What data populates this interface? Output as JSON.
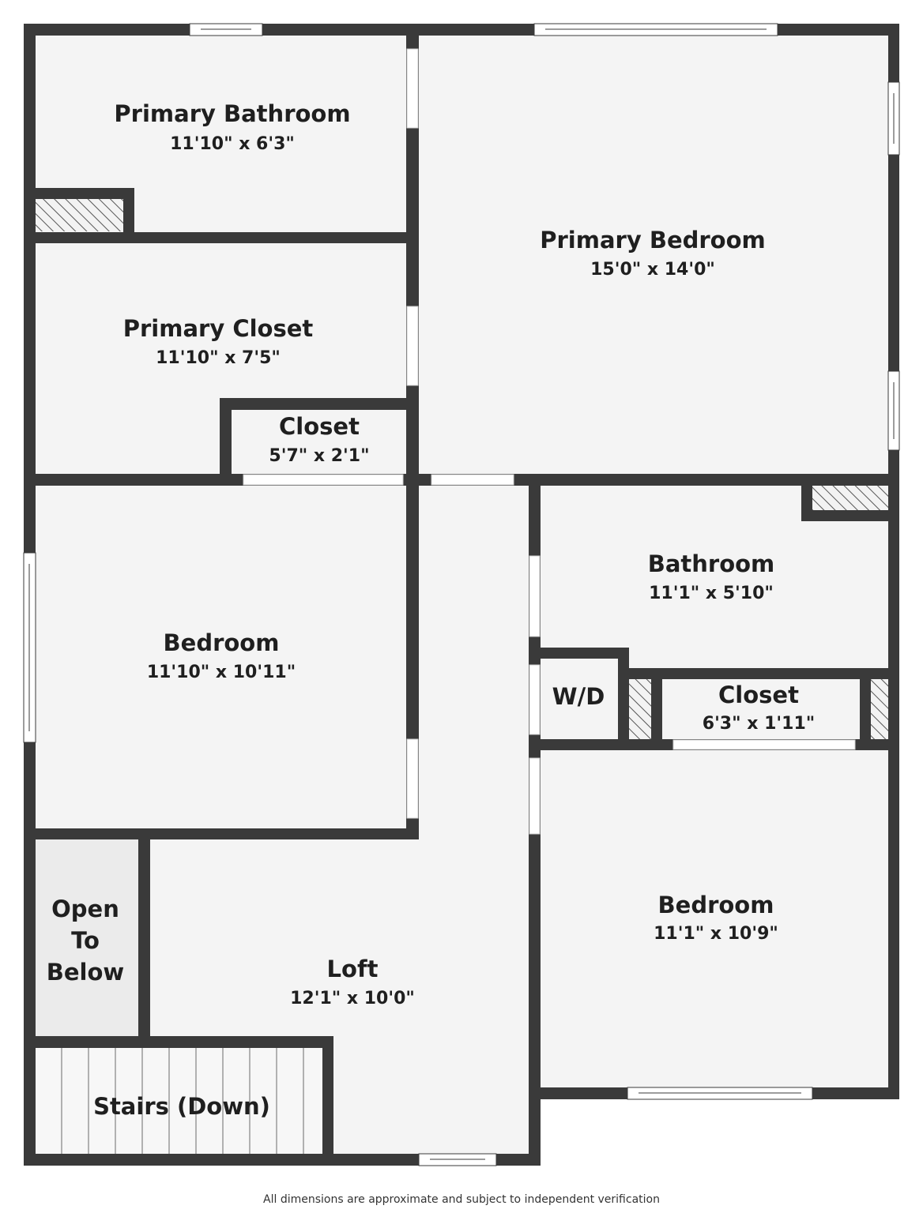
{
  "rooms": {
    "primary_bathroom": {
      "name": "Primary Bathroom",
      "dims": "11'10\" x 6'3\""
    },
    "primary_bedroom": {
      "name": "Primary Bedroom",
      "dims": "15'0\" x 14'0\""
    },
    "primary_closet": {
      "name": "Primary Closet",
      "dims": "11'10\" x 7'5\""
    },
    "closet_small": {
      "name": "Closet",
      "dims": "5'7\" x 2'1\""
    },
    "bedroom_left": {
      "name": "Bedroom",
      "dims": "11'10\" x 10'11\""
    },
    "bathroom": {
      "name": "Bathroom",
      "dims": "11'1\" x 5'10\""
    },
    "wd": {
      "name": "W/D"
    },
    "closet_hall": {
      "name": "Closet",
      "dims": "6'3\" x 1'11\""
    },
    "bedroom_right": {
      "name": "Bedroom",
      "dims": "11'1\" x 10'9\""
    },
    "loft": {
      "name": "Loft",
      "dims": "12'1\" x 10'0\""
    },
    "open_to_below": {
      "line1": "Open",
      "line2": "To",
      "line3": "Below"
    },
    "stairs": {
      "name": "Stairs (Down)"
    }
  },
  "disclaimer": "All dimensions are approximate and subject to independent verification"
}
